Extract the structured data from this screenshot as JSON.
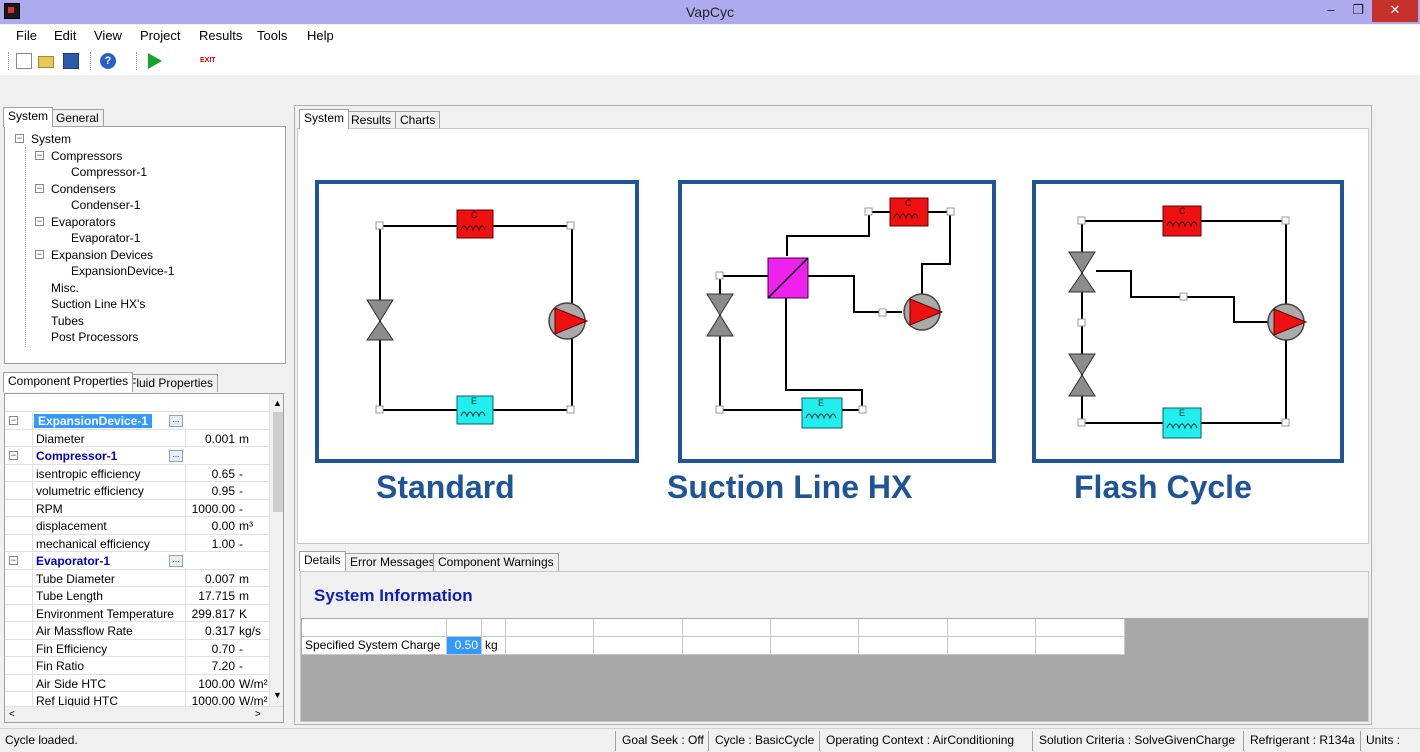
{
  "window": {
    "title": "VapCyc",
    "minimize": "–",
    "maximize": "❐",
    "close": "✕"
  },
  "menu": [
    "File",
    "Edit",
    "View",
    "Project",
    "Results",
    "Tools",
    "Help"
  ],
  "toolbar": {
    "help_glyph": "?",
    "exit_label": "EXIT"
  },
  "left_tabs": {
    "system": "System",
    "general": "General"
  },
  "tree": {
    "root": "System",
    "compressors": "Compressors",
    "compressor1": "Compressor-1",
    "condensers": "Condensers",
    "condenser1": "Condenser-1",
    "evaporators": "Evaporators",
    "evaporator1": "Evaporator-1",
    "expansion_devices": "Expansion Devices",
    "expansion1": "ExpansionDevice-1",
    "misc": "Misc.",
    "slhx": "Suction Line HX's",
    "tubes": "Tubes",
    "post": "Post Processors"
  },
  "prop_tabs": {
    "component": "Component Properties",
    "fluid": "Fluid Properties"
  },
  "properties": [
    {
      "cat": "ExpansionDevice-1",
      "selected": true
    },
    {
      "name": "Diameter",
      "value": "0.001",
      "unit": "m"
    },
    {
      "cat": "Compressor-1"
    },
    {
      "name": "isentropic efficiency",
      "value": "0.65",
      "unit": "-"
    },
    {
      "name": "volumetric efficiency",
      "value": "0.95",
      "unit": "-"
    },
    {
      "name": "RPM",
      "value": "1000.00",
      "unit": "-"
    },
    {
      "name": "displacement",
      "value": "0.00",
      "unit": "m³"
    },
    {
      "name": "mechanical efficiency",
      "value": "1.00",
      "unit": "-"
    },
    {
      "cat": "Evaporator-1"
    },
    {
      "name": "Tube Diameter",
      "value": "0.007",
      "unit": "m"
    },
    {
      "name": "Tube Length",
      "value": "17.715",
      "unit": "m"
    },
    {
      "name": "Environment Temperature",
      "value": "299.817",
      "unit": "K"
    },
    {
      "name": "Air Massflow Rate",
      "value": "0.317",
      "unit": "kg/s"
    },
    {
      "name": "Fin Efficiency",
      "value": "0.70",
      "unit": "-"
    },
    {
      "name": "Fin Ratio",
      "value": "7.20",
      "unit": "-"
    },
    {
      "name": "Air Side HTC",
      "value": "100.00",
      "unit": "W/m²"
    },
    {
      "name": "Ref Liquid HTC",
      "value": "1000.00",
      "unit": "W/m²"
    }
  ],
  "main_tabs": {
    "system": "System",
    "results": "Results",
    "charts": "Charts"
  },
  "cycles": {
    "standard": "Standard",
    "slhx": "Suction Line HX",
    "flash": "Flash Cycle",
    "condenser_letter": "C",
    "evaporator_letter": "E"
  },
  "bottom_tabs": {
    "details": "Details",
    "errors": "Error Messages",
    "warnings": "Component Warnings"
  },
  "details": {
    "heading": "System Information",
    "row_label": "Specified System Charge",
    "row_value": "0.50",
    "row_unit": "kg"
  },
  "status": {
    "message": "Cycle loaded.",
    "goal_seek": "Goal Seek : Off",
    "cycle": "Cycle : BasicCycle",
    "context": "Operating Context : AirConditioning",
    "criteria": "Solution Criteria : SolveGivenCharge",
    "refrigerant": "Refrigerant : R134a",
    "units": "Units :"
  },
  "colors": {
    "frame": "#1f5596",
    "condenser": "#ee1111",
    "evaporator": "#22eeee",
    "compressor": "#ee1111",
    "slhx": "#ee22ee",
    "valve": "#8c8c8c"
  }
}
